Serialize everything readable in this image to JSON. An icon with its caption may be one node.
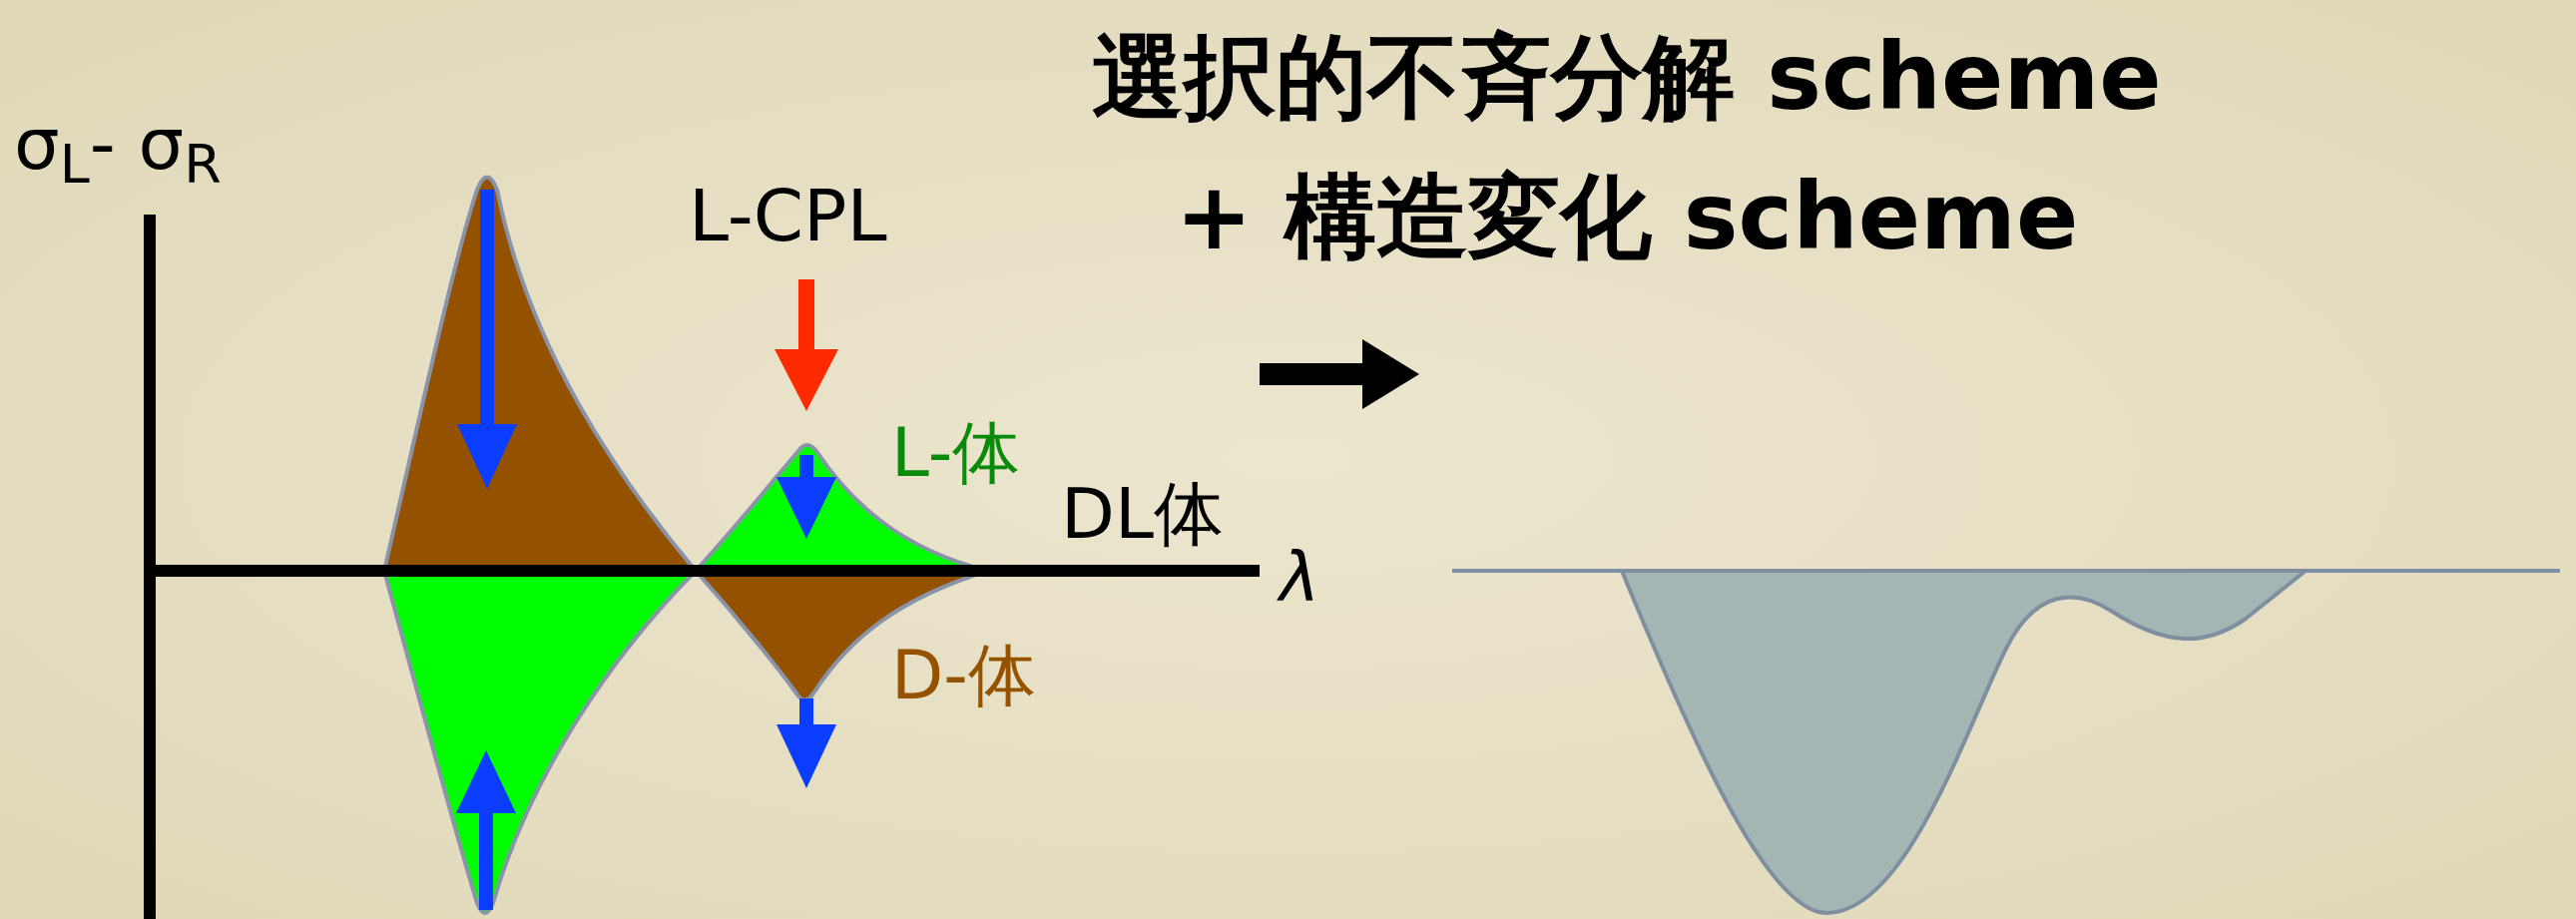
{
  "diagram": {
    "title": "選択的不斉分解 scheme + 構造変化 scheme",
    "labels": [
      "σ$_{L}$- σ$_{R}$",
      "L-CPL",
      "L-体",
      "DL体",
      "D-体",
      "λ"
    ]
  }
}
